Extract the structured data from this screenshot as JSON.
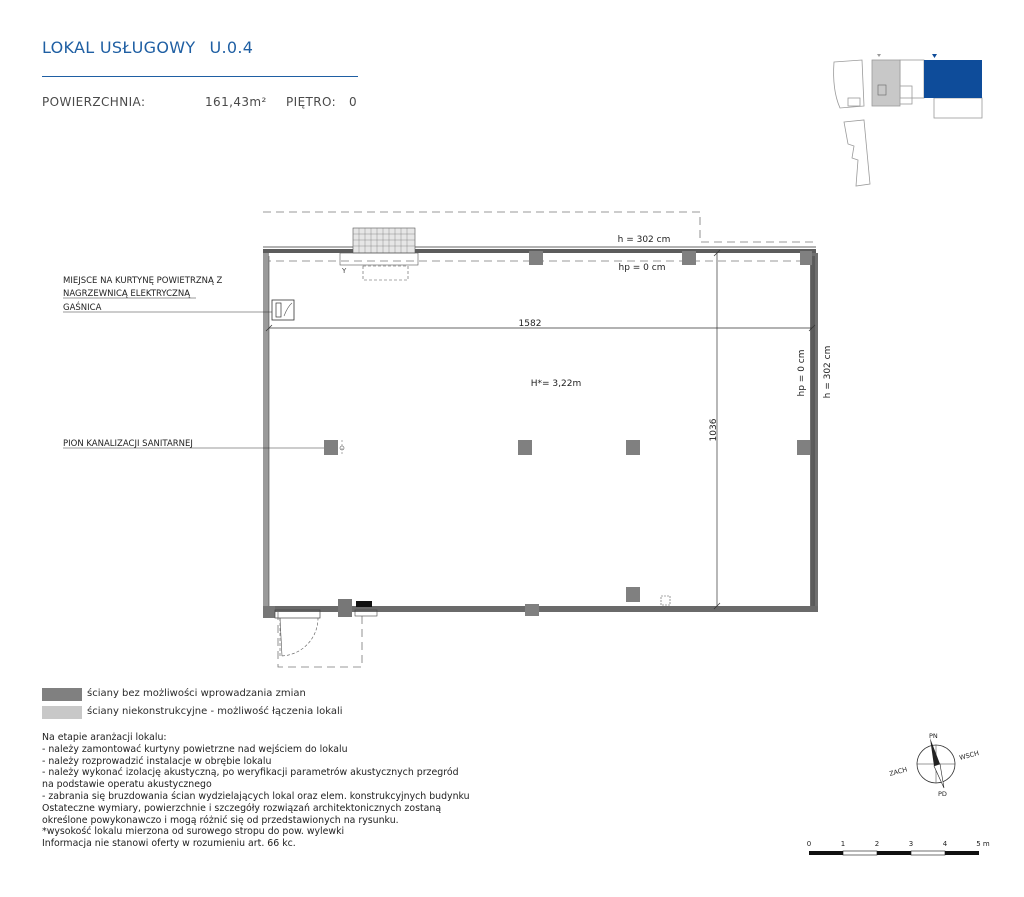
{
  "header": {
    "title": "LOKAL USŁUGOWY",
    "unit_code": "U.0.4",
    "area_label": "POWIERZCHNIA:",
    "area_value": "161,43m²",
    "floor_label": "PIĘTRO:",
    "floor_value": "0"
  },
  "colors": {
    "accent": "#1f5fa3",
    "highlight": "#0e4c9a",
    "structural_wall": "#808080",
    "nonstructural_wall": "#c8c8c8"
  },
  "plan": {
    "top_height": "h = 302 cm",
    "top_hp": "hp = 0 cm",
    "right_hp": "hp = 0 cm",
    "right_height": "h = 302 cm",
    "width_dim": "1582",
    "depth_dim": "1036",
    "room_height": "H*= 3,22m",
    "callouts": {
      "curtain_line1": "MIEJSCE NA KURTYNĘ POWIETRZNĄ Z",
      "curtain_line2": "NAGRZEWNICĄ ELEKTRYCZNĄ",
      "extinguisher": "GAŚNICA",
      "drain": "PION KANALIZACJI SANITARNEJ"
    }
  },
  "legend": [
    {
      "label": "ściany bez możliwości wprowadzania zmian",
      "color": "#808080"
    },
    {
      "label": "ściany niekonstrukcyjne - możliwość łączenia lokali",
      "color": "#c8c8c8"
    }
  ],
  "notes": [
    "Na etapie aranżacji lokalu:",
    "- należy zamontować kurtyny powietrzne nad wejściem do lokalu",
    "- należy rozprowadzić instalacje w obrębie lokalu",
    "- należy wykonać izolację akustyczną, po weryfikacji parametrów akustycznych przegród",
    "na podstawie operatu akustycznego",
    "- zabrania się bruzdowania ścian wydzielających lokal oraz elem. konstrukcyjnych budynku",
    "Ostateczne wymiary, powierzchnie i szczegóły rozwiązań architektonicznych zostaną",
    "określone powykonawczo i mogą różnić się od przedstawionych na rysunku.",
    "*wysokość lokalu mierzona od surowego stropu do pow. wylewki",
    "Informacja nie stanowi oferty w rozumieniu art. 66 kc."
  ],
  "compass": {
    "north": "PN",
    "east": "WSCH",
    "south": "PD",
    "west": "ZACH"
  },
  "scale": {
    "labels": [
      "0",
      "1",
      "2",
      "3",
      "4",
      "5 m"
    ]
  }
}
